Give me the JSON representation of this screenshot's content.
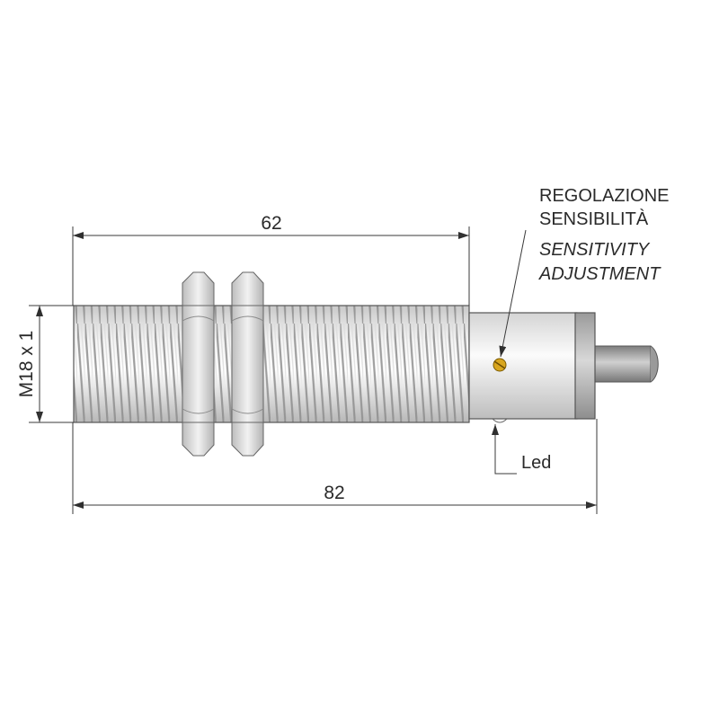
{
  "dimensions": {
    "thread_length": "62",
    "total_length": "82",
    "thread_size": "M18 x 1"
  },
  "callouts": {
    "adjustment_it": "REGOLAZIONE",
    "adjustment_it_2": "SENSIBILITÀ",
    "adjustment_en": "SENSITIVITY",
    "adjustment_en_2": "ADJUSTMENT",
    "led": "Led"
  }
}
